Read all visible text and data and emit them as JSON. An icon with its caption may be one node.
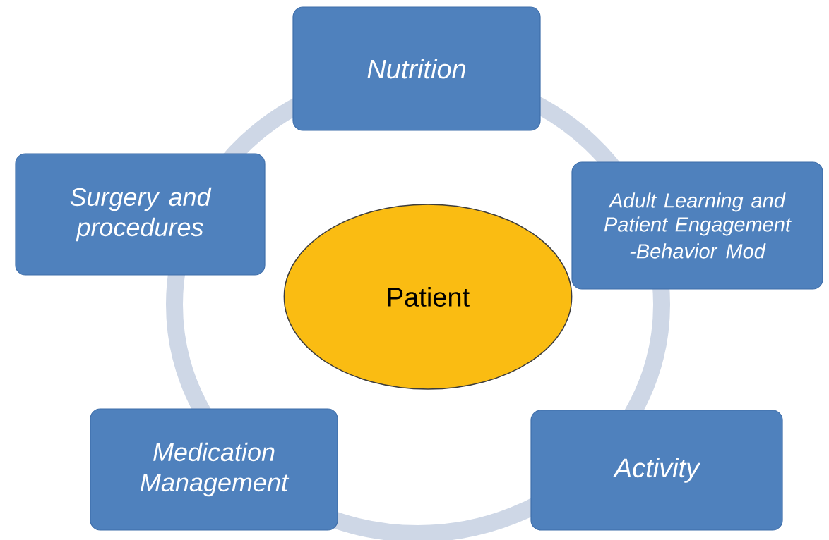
{
  "diagram": {
    "nodes": [
      {
        "text": [
          "Nutrition"
        ]
      },
      {
        "text": [
          "Surgery and procedures"
        ]
      },
      {
        "text": [
          "Adult Learning and Patient Engagement",
          "-Behavior Mod"
        ]
      },
      {
        "text": [
          "Patient"
        ]
      },
      {
        "text": [
          "Medication Management"
        ]
      },
      {
        "text": [
          "Activity"
        ]
      }
    ]
  }
}
